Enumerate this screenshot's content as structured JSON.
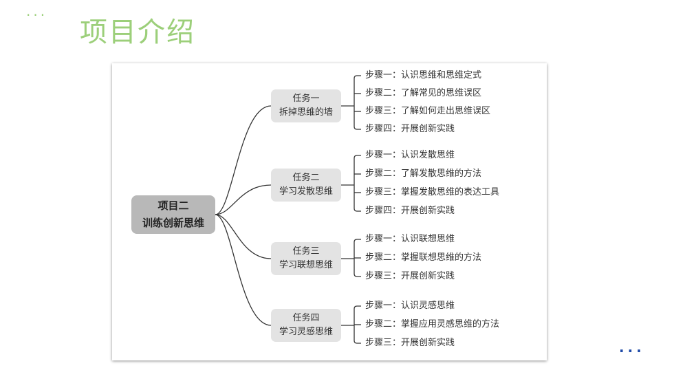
{
  "header": {
    "dots": "···",
    "title": "项目介绍"
  },
  "mindmap": {
    "root": {
      "line1": "项目二",
      "line2": "训练创新思维"
    },
    "tasks": [
      {
        "line1": "任务一",
        "line2": "拆掉思维的墙",
        "steps": [
          "步骤一：认识思维和思维定式",
          "步骤二：了解常见的思维误区",
          "步骤三：了解如何走出思维误区",
          "步骤四：开展创新实践"
        ]
      },
      {
        "line1": "任务二",
        "line2": "学习发散思维",
        "steps": [
          "步骤一：认识发散思维",
          "步骤二：了解发散思维的方法",
          "步骤三：掌握发散思维的表达工具",
          "步骤四：开展创新实践"
        ]
      },
      {
        "line1": "任务三",
        "line2": "学习联想思维",
        "steps": [
          "步骤一：认识联想思维",
          "步骤二：掌握联想思维的方法",
          "步骤三：开展创新实践"
        ]
      },
      {
        "line1": "任务四",
        "line2": "学习灵感思维",
        "steps": [
          "步骤一：认识灵感思维",
          "步骤二：掌握应用灵感思维的方法",
          "步骤三：开展创新实践"
        ]
      }
    ]
  },
  "footer": {
    "dots": "···"
  }
}
